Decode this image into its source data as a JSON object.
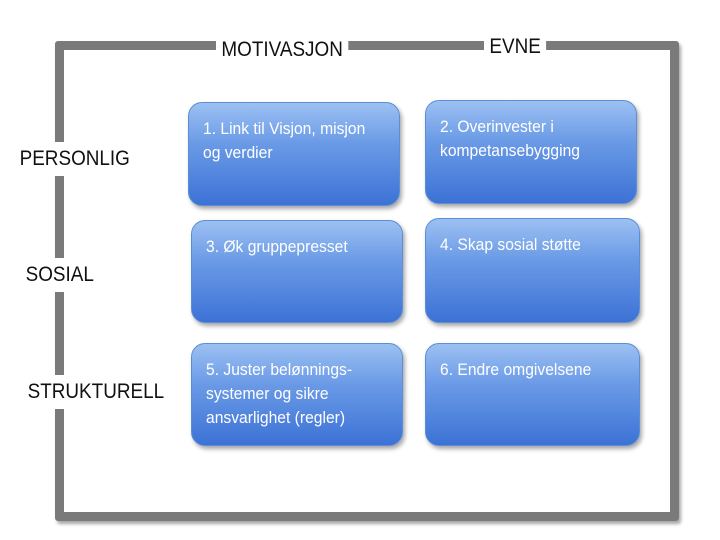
{
  "columns": {
    "motivation": "MOTIVASJON",
    "ability": "EVNE"
  },
  "rows": {
    "personal": "PERSONLIG",
    "social": "SOSIAL",
    "structural": "STRUKTURELL"
  },
  "boxes": [
    {
      "text": "1. Link til Visjon, misjon\nog verdier"
    },
    {
      "text": "2. Overinvester i\nkompetansebygging"
    },
    {
      "text": "3. Øk gruppepresset"
    },
    {
      "text": "4. Skap sosial støtte"
    },
    {
      "text": "5. Juster belønnings-\nsystemer og sikre\nansvarlighet (regler)"
    },
    {
      "text": "6. Endre omgivelsene"
    }
  ],
  "colors": {
    "frame": "#7a7a7a",
    "box_top": "#9cc0f2",
    "box_bottom": "#3c72d6",
    "box_text": "#ffffff"
  }
}
